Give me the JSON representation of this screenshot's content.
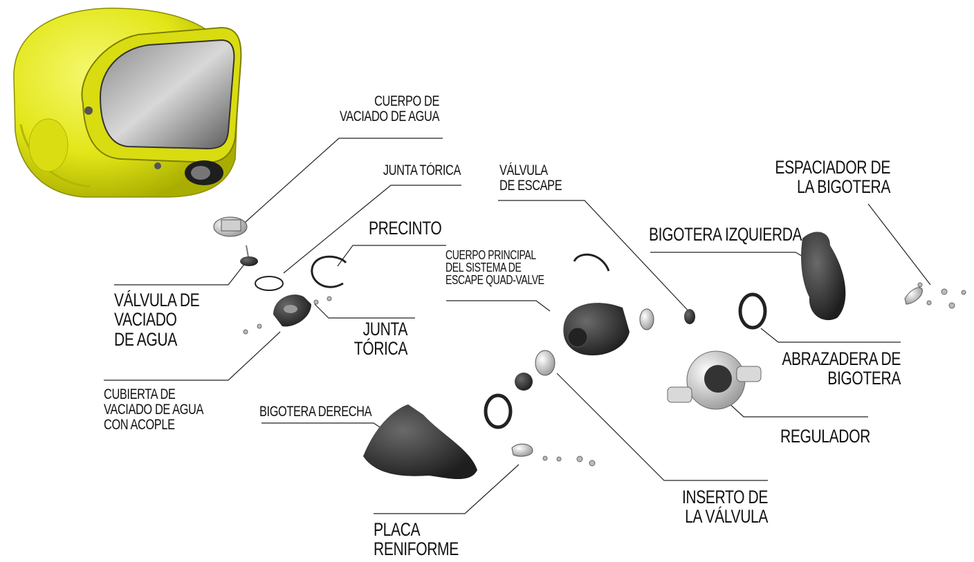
{
  "labels": {
    "cuerpo_vaciado": "CUERPO DE\nVACIADO DE AGUA",
    "junta_torica_top": "JUNTA TÓRICA",
    "precinto": "PRECINTO",
    "valvula_escape": "VÁLVULA\nDE ESCAPE",
    "espaciador": "ESPACIADOR DE\nLA BIGOTERA",
    "bigotera_izquierda": "BIGOTERA IZQUIERDA",
    "cuerpo_principal": "CUERPO PRINCIPAL\nDEL SISTEMA DE\nESCAPE QUAD-VALVE",
    "valvula_vaciado": "VÁLVULA DE\nVACIADO\nDE AGUA",
    "junta_torica_mid": "JUNTA\nTÓRICA",
    "abrazadera": "ABRAZADERA DE\nBIGOTERA",
    "cubierta_vaciado": "CUBIERTA DE\nVACIADO DE AGUA\nCON ACOPLE",
    "bigotera_derecha": "BIGOTERA DERECHA",
    "regulador": "REGULADOR",
    "inserto": "INSERTO DE\nLA VÁLVULA",
    "placa": "PLACA\nRENIFORME"
  },
  "colors": {
    "helmet": "#e6ea1c",
    "parts_dark": "#2e2e2e",
    "parts_metal": "#c8c8c8",
    "leader": "#222222"
  },
  "icons": [
    "helmet",
    "drain-body",
    "drain-valve",
    "o-ring",
    "zip-tie",
    "drain-cover",
    "exhaust-body",
    "exhaust-valve",
    "valve-insert",
    "whisker-left",
    "whisker-right",
    "whisker-clamp",
    "regulator",
    "kidney-plate",
    "spacer",
    "screws"
  ]
}
